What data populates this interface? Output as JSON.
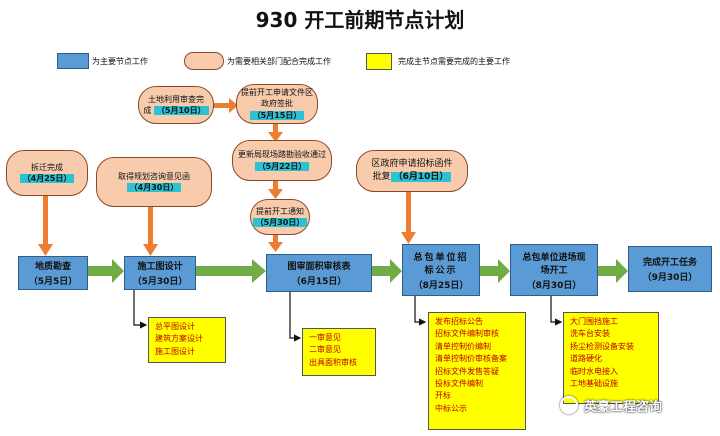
{
  "title": "930 开工前期节点计划",
  "legend": {
    "main": "为主要节点工作",
    "dept": "为需要相关部门配合完成工作",
    "tasks": "完成主节点需要完成的主要工作"
  },
  "milestones": [
    {
      "name": "地质勘查",
      "date": "（5月5日）"
    },
    {
      "name": "施工图设计",
      "date": "（5月30日）"
    },
    {
      "name": "图审面积审核表",
      "date": "（6月15日）"
    },
    {
      "name": "总包单位招标公示",
      "date": "（8月25日）"
    },
    {
      "name": "总包单位进场现场开工",
      "date": "（8月30日）"
    },
    {
      "name": "完成开工任务",
      "date": "（9月30日）"
    }
  ],
  "depts": {
    "chaiqian": {
      "text": "拆迁完成",
      "date": "（4月25日）"
    },
    "guihua": {
      "text": "取得规划咨询意见函",
      "date": "（4月30日）"
    },
    "tudi": {
      "text": "土地利用审查完",
      "text2": "成",
      "date": "（5月10日）"
    },
    "tiqian_wenjian": {
      "text": "提前开工申请文件区",
      "text2": "政府签批",
      "date": "（5月15日）"
    },
    "kancha": {
      "text": "更新局现场踏勘验收通过",
      "date": "（5月22日）"
    },
    "tongzhi": {
      "text": "提前开工通知",
      "date": "（5月30日）"
    },
    "zhaobiao": {
      "text": "区政府申请招标函件",
      "text2": "批复",
      "date": "（6月10日）"
    }
  },
  "tasks": {
    "shigongtu": [
      "总平图设计",
      "建筑方案设计",
      "施工图设计"
    ],
    "tushen": [
      "一审意见",
      "二审意见",
      "出具面积审核"
    ],
    "zhaobiao": [
      "发布招标公告",
      "招标文件编制审核",
      "清单控制价编制",
      "清单控制价审核备案",
      "招标文件发售答疑",
      "投标文件编制",
      "开标",
      "中标公示"
    ],
    "kaigong": [
      "大门围挡施工",
      "洗车台安装",
      "扬尘检测设备安装",
      "道路硬化",
      "临时水电接入",
      "工地基础设施"
    ]
  },
  "watermark": "英豪工程咨询"
}
